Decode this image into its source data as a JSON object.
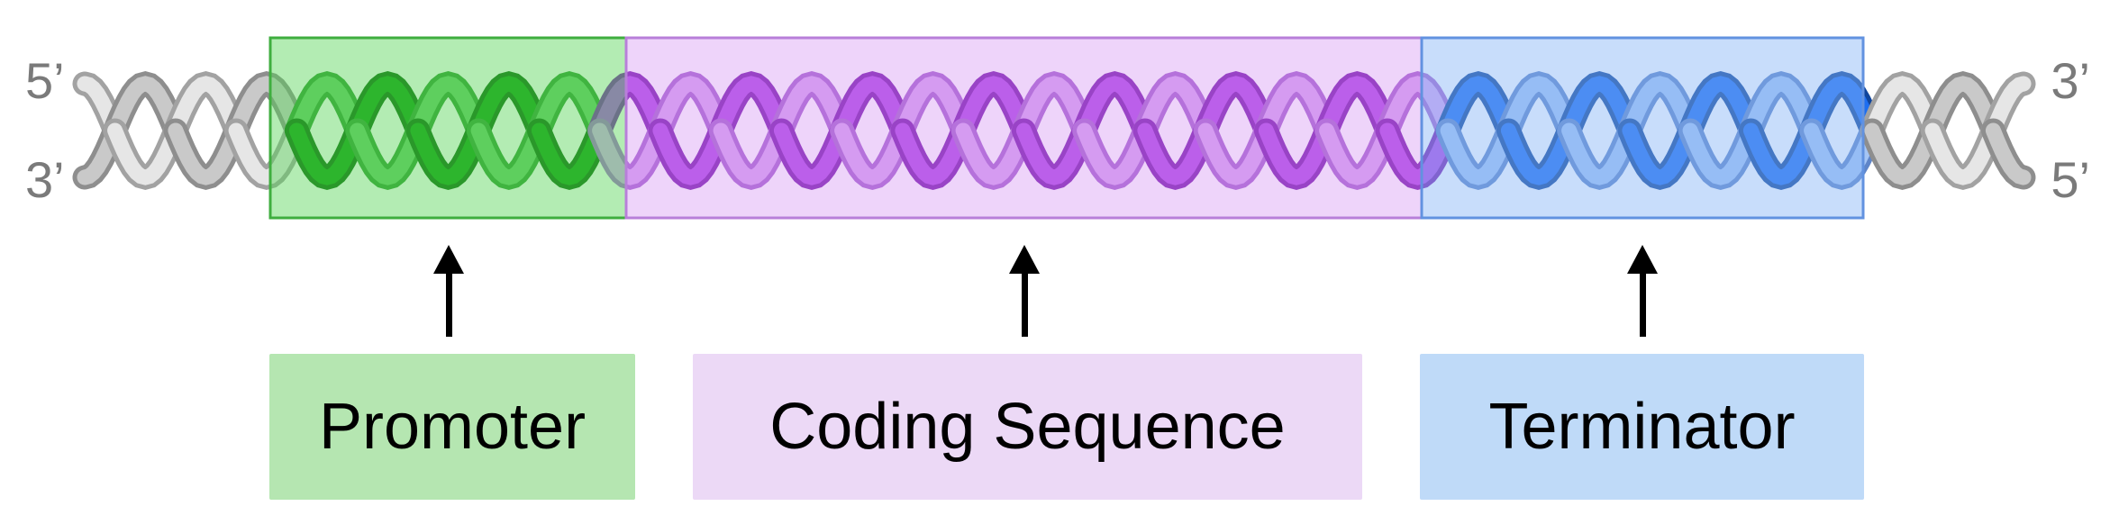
{
  "diagram": {
    "description": "Gene structure diagram: DNA double helix with promoter, coding sequence and terminator regions highlighted",
    "end_labels": {
      "top_left": "5’",
      "bottom_left": "3’",
      "top_right": "3’",
      "bottom_right": "5’"
    },
    "regions": [
      {
        "id": "promoter",
        "label": "Promoter",
        "label_bg": "#b5e6b1",
        "overlay_fill": "#56d556",
        "overlay_opacity": 0.45,
        "overlay_stroke": "#3fae3f",
        "strands": {
          "a": "#0c9c0c",
          "a_edge": "#076607",
          "b": "#64cb64",
          "b_edge": "#2f9a2f"
        }
      },
      {
        "id": "coding-sequence",
        "label": "Coding Sequence",
        "label_bg": "#ecd9f6",
        "overlay_fill": "#cd84f0",
        "overlay_opacity": 0.35,
        "overlay_stroke": "#b87fd9",
        "strands": {
          "a": "#b14ce6",
          "a_edge": "#7d21b0",
          "b": "#d9a8f2",
          "b_edge": "#a868cf"
        }
      },
      {
        "id": "terminator",
        "label": "Terminator",
        "label_bg": "#bfdaf8",
        "overlay_fill": "#86b4f6",
        "overlay_opacity": 0.45,
        "overlay_stroke": "#6292e0",
        "strands": {
          "a": "#1e6ef0",
          "a_edge": "#10459c",
          "b": "#a5c5f5",
          "b_edge": "#5f85c8"
        }
      }
    ],
    "unhighlighted_strands": {
      "a": "#c9c9c9",
      "a_edge": "#8e8e8e",
      "b": "#e6e6e6",
      "b_edge": "#a2a2a2"
    },
    "arrow_color": "#000000",
    "label_text_color": "#000000",
    "end_label_color": "#7a7a7a"
  }
}
